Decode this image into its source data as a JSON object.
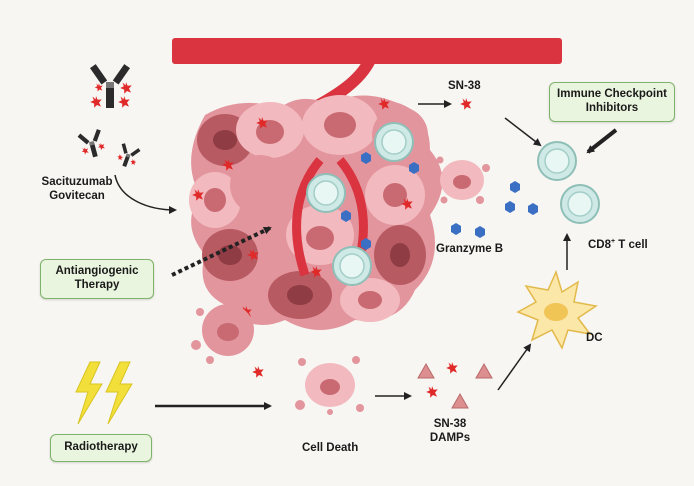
{
  "labels": {
    "sacituzumab_line1": "Sacituzumab",
    "sacituzumab_line2": "Govitecan",
    "sn38_top": "SN-38",
    "granzyme": "Granzyme B",
    "cd8_prefix": "CD8",
    "cd8_sup": "+",
    "cd8_suffix": " T cell",
    "dc": "DC",
    "cell_death": "Cell Death",
    "sn38_bottom_line1": "SN-38",
    "sn38_bottom_line2": "DAMPs"
  },
  "boxes": {
    "immune_line1": "Immune Checkpoint",
    "immune_line2": "Inhibitors",
    "antiangiogenic_line1": "Antiangiogenic",
    "antiangiogenic_line2": "Therapy",
    "radiotherapy": "Radiotherapy"
  },
  "colors": {
    "background": "#f7f6f2",
    "vessel": "#d9343f",
    "tumor_light": "#f2b9bf",
    "tumor_mid": "#e3959d",
    "tumor_dark": "#b85a62",
    "nucleus": "#c96a72",
    "tcell": "#cfeae6",
    "sn38": "#e02a2a",
    "granzyme": "#3b6fc4",
    "damp": "#dd8e8e",
    "dc_body": "#fbe7a8",
    "box_fill": "#eaf5df",
    "box_border": "#7fb36a",
    "bolt": "#f2df3a"
  }
}
